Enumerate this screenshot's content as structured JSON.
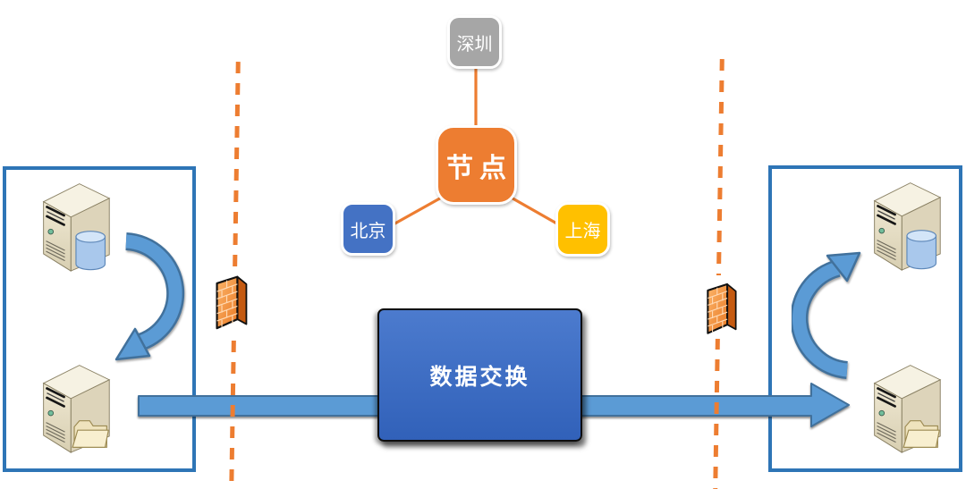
{
  "canvas": {
    "background": "#FFFFFF"
  },
  "colors": {
    "accent_orange": "#ED7D31",
    "dash": "#ED7D31",
    "arrow_fill": "#5B9BD5",
    "arrow_border": "#41719C",
    "group_border": "#2E75B6"
  },
  "topology": {
    "nodes": {
      "shenzhen": {
        "label": "深圳",
        "color": "#A6A6A6"
      },
      "hub": {
        "label": "节点",
        "color": "#ED7D31"
      },
      "beijing": {
        "label": "北京",
        "color": "#4472C4"
      },
      "shanghai": {
        "label": "上海",
        "color": "#FFC000"
      }
    },
    "connector_color": "#ED7D31"
  },
  "exchange": {
    "label": "数据交换",
    "gradient_top": "#4C7BCE",
    "gradient_bottom": "#3161B9",
    "text_color": "#FFFFFF"
  },
  "icons": {
    "server_database": "server-with-database-icon",
    "server_folder": "server-with-folder-icon",
    "firewall": "firewall-brick-wall-icon",
    "sync_arrow": "curved-sync-arrow",
    "flow_arrow": "horizontal-data-flow-arrow"
  }
}
